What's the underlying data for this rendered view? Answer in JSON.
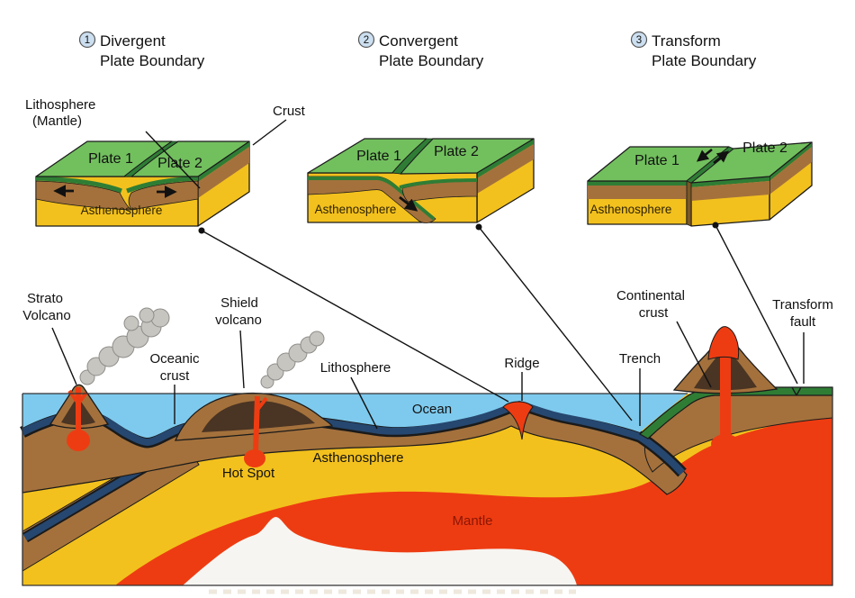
{
  "headers": [
    {
      "num": "1",
      "line1": "Divergent",
      "line2": "Plate Boundary"
    },
    {
      "num": "2",
      "line1": "Convergent",
      "line2": "Plate Boundary"
    },
    {
      "num": "3",
      "line1": "Transform",
      "line2": "Plate Boundary"
    }
  ],
  "blocks": {
    "divergent": {
      "plate1": "Plate 1",
      "plate2": "Plate 2",
      "asthenosphere": "Asthenosphere",
      "callout_lithosphere_line1": "Lithosphere",
      "callout_lithosphere_line2": "(Mantle)",
      "callout_crust": "Crust"
    },
    "convergent": {
      "plate1": "Plate 1",
      "plate2": "Plate 2",
      "asthenosphere": "Asthenosphere"
    },
    "transform": {
      "plate1": "Plate 1",
      "plate2": "Plate 2",
      "asthenosphere": "Asthenosphere"
    }
  },
  "cross_section": {
    "strato_volcano_line1": "Strato",
    "strato_volcano_line2": "Volcano",
    "oceanic_crust_line1": "Oceanic",
    "oceanic_crust_line2": "crust",
    "shield_volcano_line1": "Shield",
    "shield_volcano_line2": "volcano",
    "lithosphere": "Lithosphere",
    "ocean": "Ocean",
    "ridge": "Ridge",
    "trench": "Trench",
    "continental_crust_line1": "Continental",
    "continental_crust_line2": "crust",
    "transform_fault_line1": "Transform",
    "transform_fault_line2": "fault",
    "hot_spot": "Hot Spot",
    "asthenosphere": "Asthenosphere",
    "mantle": "Mantle"
  },
  "colors": {
    "plate_green": "#72bf5e",
    "crust_dark_green": "#2f7d35",
    "lithosphere_brown": "#a4713c",
    "volcano_interior_brown": "#4a3423",
    "asthenosphere_yellow": "#f3c11d",
    "oceanic_crust_navy": "#26476f",
    "ocean_blue": "#7ecaee",
    "mantle_red": "#ee3c12",
    "lava_red": "#ee3c12",
    "smoke_gray": "#c7c5c0",
    "mantle_label_red": "#8b1604",
    "header_badge_blue": "#ccdff0",
    "outline_black": "#1a1a1a"
  }
}
